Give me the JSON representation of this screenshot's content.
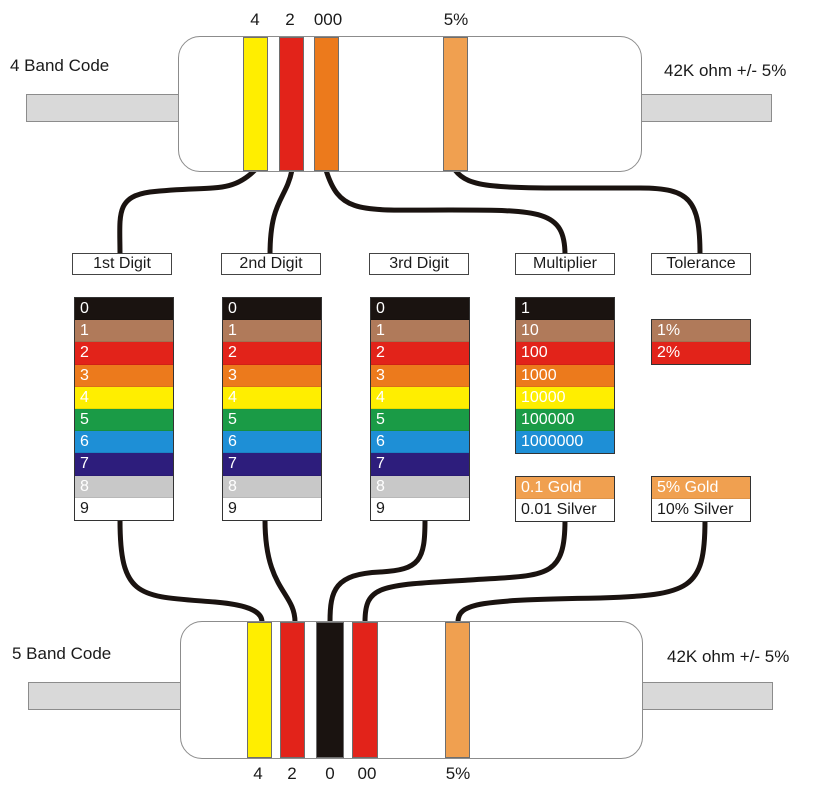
{
  "top": {
    "title": "4 Band Code",
    "value": "42K ohm +/- 5%",
    "band_labels": [
      "4",
      "2",
      "000",
      "5%"
    ],
    "band_colors": [
      "#ffee00",
      "#e2231a",
      "#ec7a1c",
      "#f0a050"
    ]
  },
  "bottom": {
    "title": "5 Band Code",
    "value": "42K ohm +/- 5%",
    "band_labels": [
      "4",
      "2",
      "0",
      "00",
      "5%"
    ],
    "band_colors": [
      "#ffee00",
      "#e2231a",
      "#1a1310",
      "#e2231a",
      "#f0a050"
    ]
  },
  "headers": {
    "digit1": "1st Digit",
    "digit2": "2nd Digit",
    "digit3": "3rd Digit",
    "multiplier": "Multiplier",
    "tolerance": "Tolerance"
  },
  "digit_rows": [
    {
      "label": "0",
      "bg": "#1a1310",
      "fg": "#ffffff"
    },
    {
      "label": "1",
      "bg": "#b07a5a",
      "fg": "#ffffff"
    },
    {
      "label": "2",
      "bg": "#e2231a",
      "fg": "#ffffff"
    },
    {
      "label": "3",
      "bg": "#ec7a1c",
      "fg": "#ffffff"
    },
    {
      "label": "4",
      "bg": "#ffee00",
      "fg": "#ffffff"
    },
    {
      "label": "5",
      "bg": "#1a9b46",
      "fg": "#ffffff"
    },
    {
      "label": "6",
      "bg": "#1e8fd6",
      "fg": "#ffffff"
    },
    {
      "label": "7",
      "bg": "#2d1d7c",
      "fg": "#ffffff"
    },
    {
      "label": "8",
      "bg": "#c8c8c8",
      "fg": "#ffffff"
    },
    {
      "label": "9",
      "bg": "#ffffff",
      "fg": "#1a1a1a"
    }
  ],
  "multiplier_rows": [
    {
      "label": "1",
      "bg": "#1a1310",
      "fg": "#ffffff"
    },
    {
      "label": "10",
      "bg": "#b07a5a",
      "fg": "#ffffff"
    },
    {
      "label": "100",
      "bg": "#e2231a",
      "fg": "#ffffff"
    },
    {
      "label": "1000",
      "bg": "#ec7a1c",
      "fg": "#ffffff"
    },
    {
      "label": "10000",
      "bg": "#ffee00",
      "fg": "#ffffff"
    },
    {
      "label": "100000",
      "bg": "#1a9b46",
      "fg": "#ffffff"
    },
    {
      "label": "1000000",
      "bg": "#1e8fd6",
      "fg": "#ffffff"
    }
  ],
  "multiplier_extra": [
    {
      "label": "0.1 Gold",
      "bg": "#f0a050",
      "fg": "#ffffff"
    },
    {
      "label": "0.01 Silver",
      "bg": "#ffffff",
      "fg": "#1a1a1a"
    }
  ],
  "tolerance_rows": [
    {
      "label": "1%",
      "bg": "#b07a5a",
      "fg": "#ffffff"
    },
    {
      "label": "2%",
      "bg": "#e2231a",
      "fg": "#ffffff"
    }
  ],
  "tolerance_extra": [
    {
      "label": "5% Gold",
      "bg": "#f0a050",
      "fg": "#ffffff"
    },
    {
      "label": "10% Silver",
      "bg": "#ffffff",
      "fg": "#1a1a1a"
    }
  ]
}
